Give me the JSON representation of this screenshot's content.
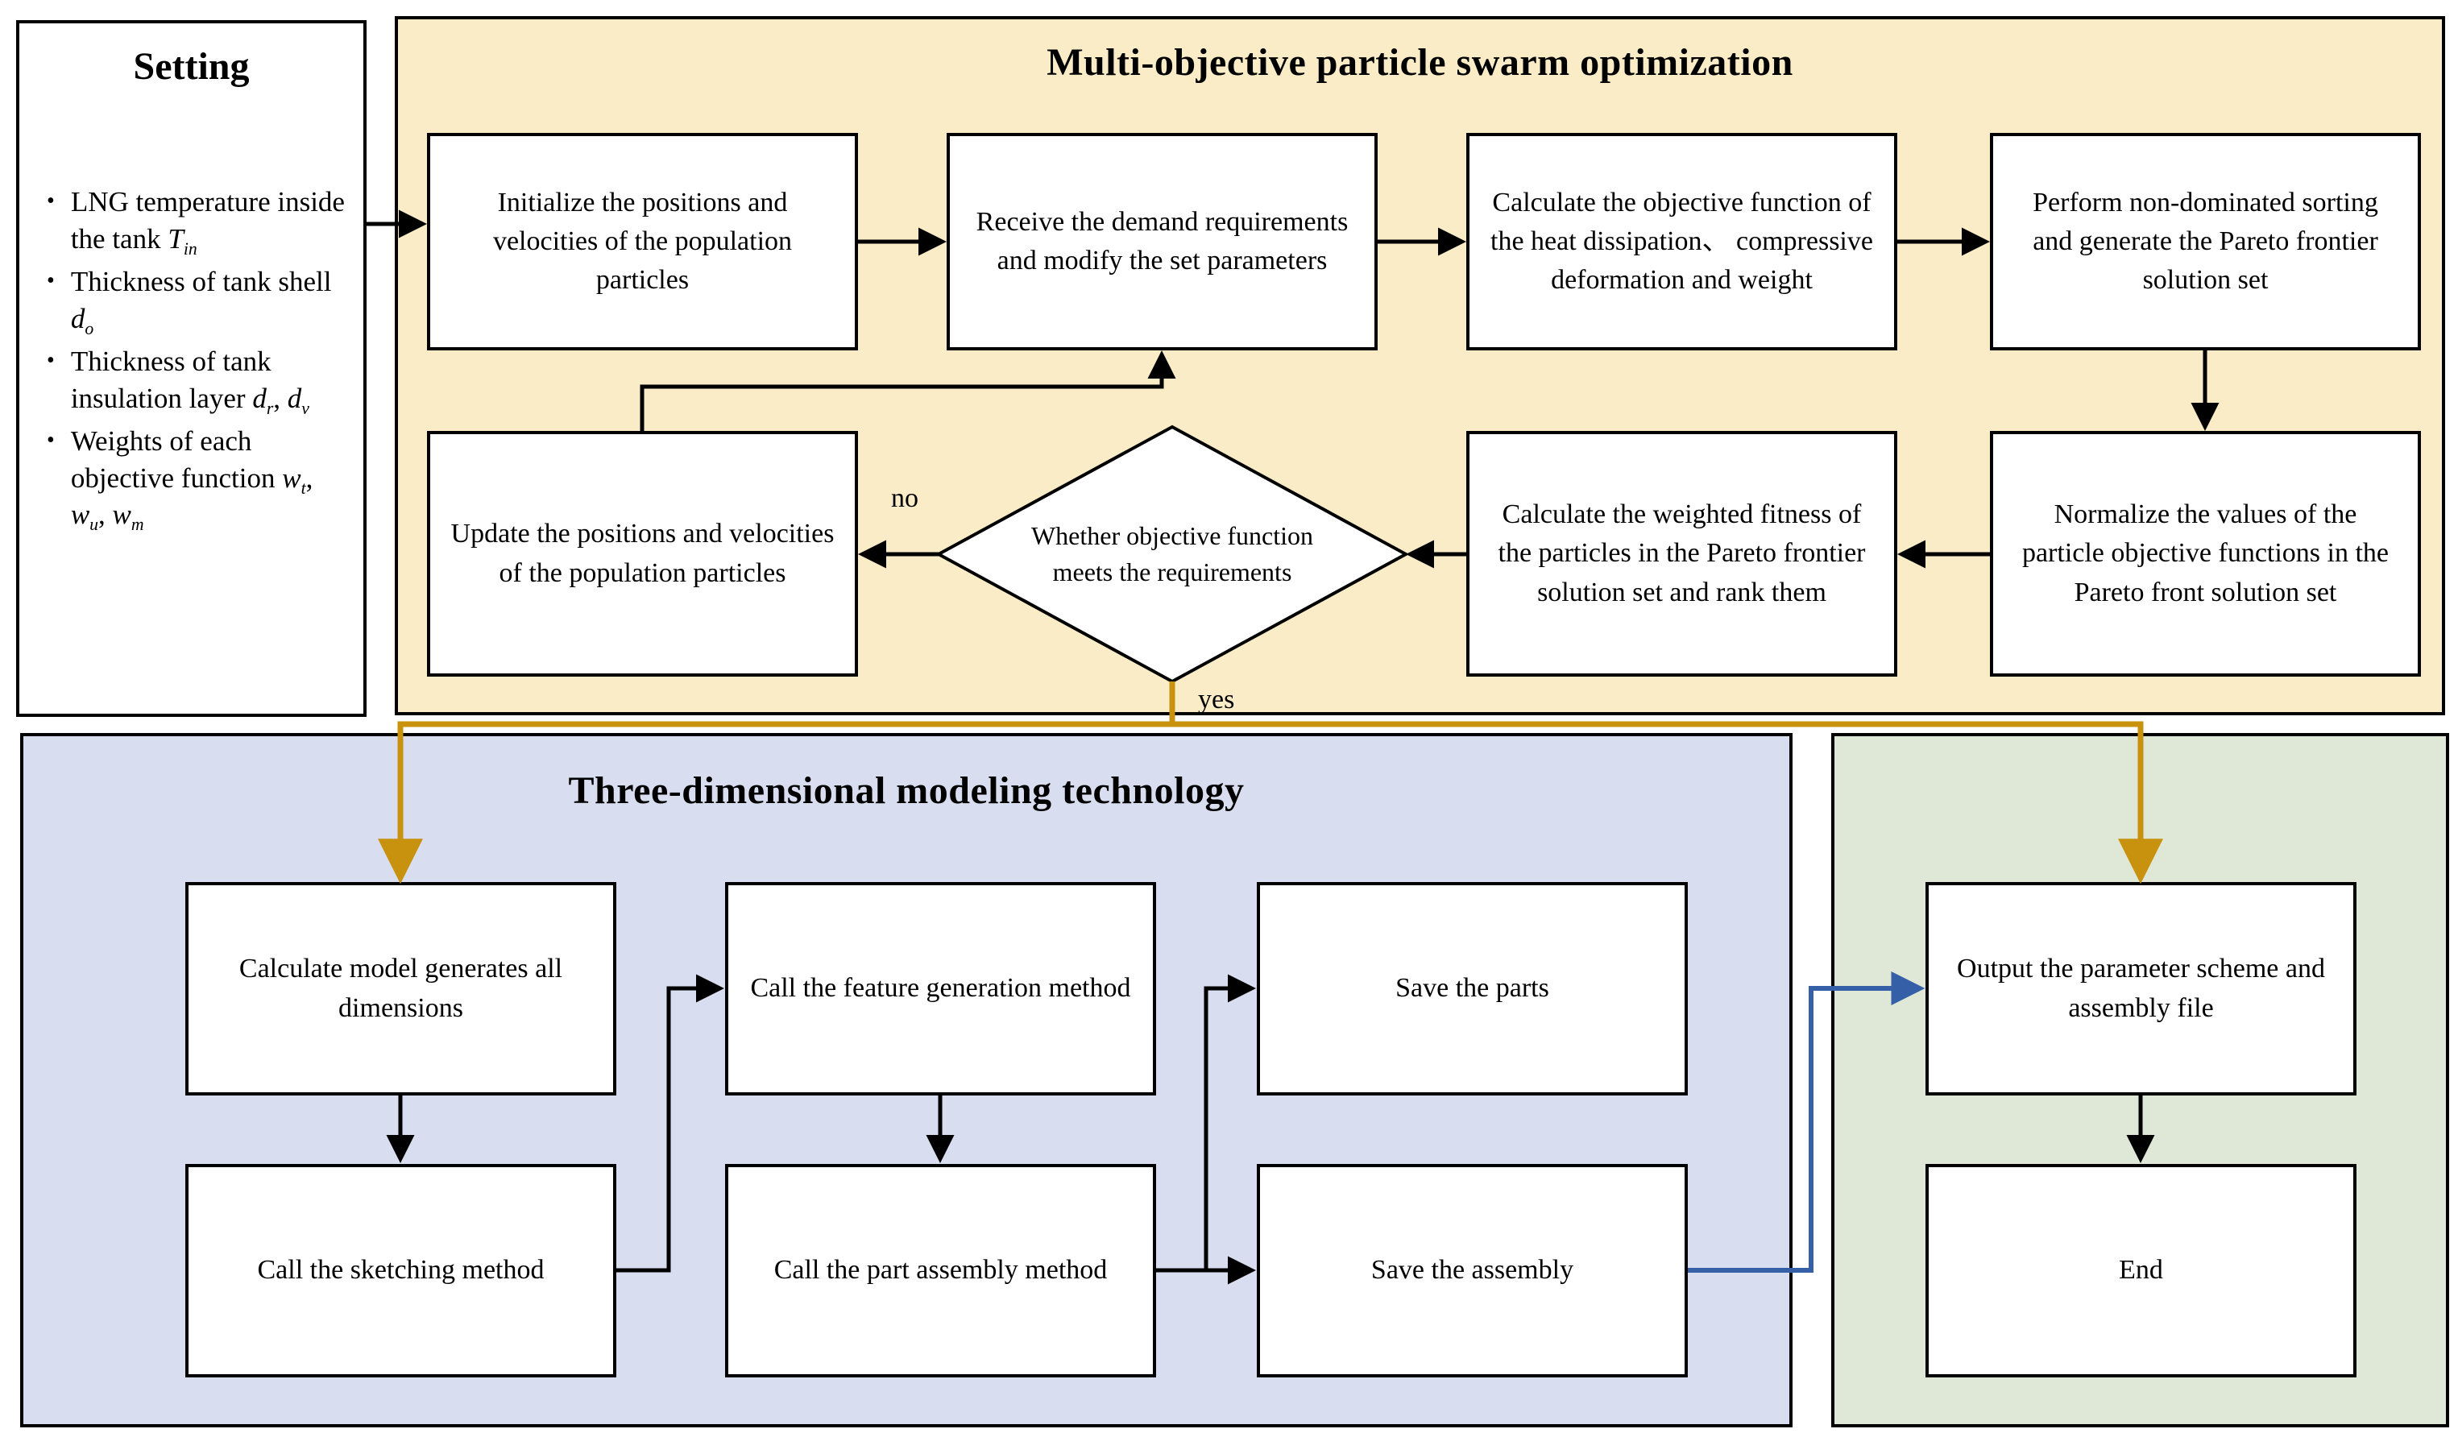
{
  "colors": {
    "mopso_bg": "#FAECC6",
    "modeling_bg": "#D8DDEF",
    "output_bg": "#DFE8D6",
    "gold": "#C8920E",
    "blue": "#3560A8",
    "box_bg": "#FFFFFF"
  },
  "setting": {
    "title": "Setting",
    "items": [
      {
        "segments": [
          {
            "t": "LNG temperature inside the tank "
          },
          {
            "t": "T",
            "i": true
          },
          {
            "t": "in",
            "i": true,
            "sub": true
          }
        ]
      },
      {
        "segments": [
          {
            "t": "Thickness of tank shell "
          },
          {
            "t": "d",
            "i": true
          },
          {
            "t": "o",
            "i": true,
            "sub": true
          }
        ]
      },
      {
        "segments": [
          {
            "t": "Thickness of tank insulation layer "
          },
          {
            "t": "d",
            "i": true
          },
          {
            "t": "r",
            "i": true,
            "sub": true
          },
          {
            "t": ", "
          },
          {
            "t": "d",
            "i": true
          },
          {
            "t": "v",
            "i": true,
            "sub": true
          }
        ]
      },
      {
        "segments": [
          {
            "t": "Weights of each objective function "
          },
          {
            "t": "w",
            "i": true
          },
          {
            "t": "t",
            "i": true,
            "sub": true
          },
          {
            "t": ", "
          },
          {
            "t": "w",
            "i": true
          },
          {
            "t": "u",
            "i": true,
            "sub": true
          },
          {
            "t": ", "
          },
          {
            "t": "w",
            "i": true
          },
          {
            "t": "m",
            "i": true,
            "sub": true
          }
        ]
      }
    ]
  },
  "mopso": {
    "title": "Multi-objective particle swarm optimization",
    "nodes": {
      "initialize": "Initialize the positions and velocities of the population particles",
      "receive": "Receive the demand requirements and modify the set parameters",
      "objective": "Calculate the objective function of the heat dissipation、 compressive deformation and weight",
      "sorting": "Perform non-dominated sorting and generate the Pareto frontier solution set",
      "normalize": "Normalize the values of the particle objective functions in the Pareto front solution set",
      "fitness": "Calculate the weighted fitness of the particles in the Pareto frontier solution set and rank them",
      "decision": "Whether objective function meets the requirements",
      "update": "Update the positions and velocities of the population particles"
    },
    "labels": {
      "no": "no",
      "yes": "yes"
    }
  },
  "modeling": {
    "title": "Three-dimensional modeling technology",
    "nodes": {
      "calculate_model": "Calculate model generates all dimensions",
      "sketching": "Call the sketching method",
      "feature": "Call the feature generation method",
      "part_assembly": "Call the part assembly method",
      "save_parts": "Save the parts",
      "save_assembly": "Save the assembly"
    }
  },
  "output_section": {
    "nodes": {
      "output": "Output the parameter scheme and assembly file",
      "end": "End"
    }
  },
  "edges": [
    {
      "from": "setting",
      "to": "initialize",
      "color": "black"
    },
    {
      "from": "initialize",
      "to": "receive",
      "color": "black"
    },
    {
      "from": "receive",
      "to": "objective",
      "color": "black"
    },
    {
      "from": "objective",
      "to": "sorting",
      "color": "black"
    },
    {
      "from": "sorting",
      "to": "normalize",
      "color": "black"
    },
    {
      "from": "normalize",
      "to": "fitness",
      "color": "black"
    },
    {
      "from": "fitness",
      "to": "decision",
      "color": "black"
    },
    {
      "from": "decision",
      "to": "update",
      "color": "black"
    },
    {
      "from": "update",
      "to": "receive",
      "color": "black"
    },
    {
      "from": "decision",
      "to": "calculate_model",
      "color": "gold"
    },
    {
      "from": "decision",
      "to": "output",
      "color": "gold"
    },
    {
      "from": "calculate_model",
      "to": "sketching",
      "color": "black"
    },
    {
      "from": "sketching",
      "to": "feature",
      "color": "black"
    },
    {
      "from": "feature",
      "to": "part_assembly",
      "color": "black"
    },
    {
      "from": "part_assembly",
      "to": "save_parts",
      "color": "black"
    },
    {
      "from": "part_assembly",
      "to": "save_assembly",
      "color": "black"
    },
    {
      "from": "save_assembly",
      "to": "output",
      "color": "blue"
    },
    {
      "from": "output",
      "to": "end",
      "color": "black"
    }
  ]
}
